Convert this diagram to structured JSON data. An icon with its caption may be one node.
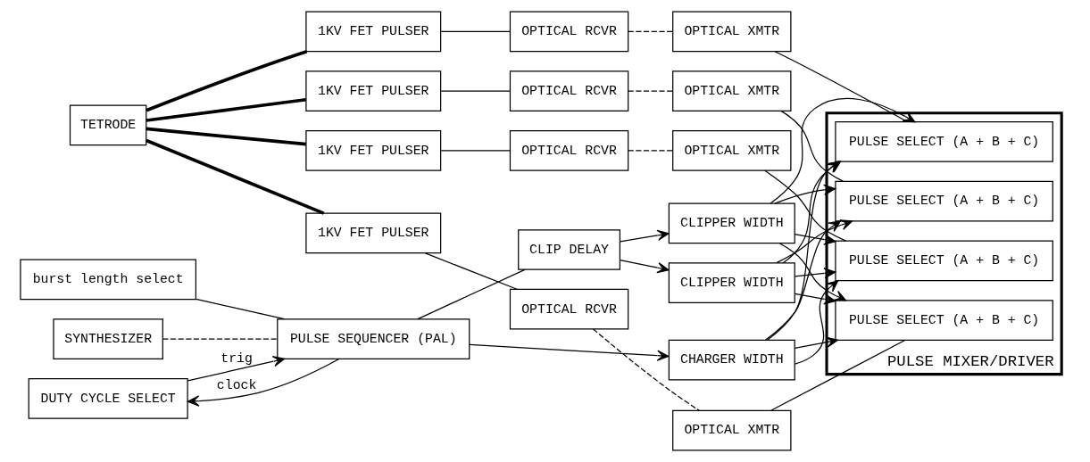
{
  "diagram": {
    "nodes": [
      {
        "text": [
          "burst length select"
        ]
      },
      {
        "text": [
          "SYNTHESIZER"
        ]
      },
      {
        "text": [
          "DUTY CYCLE SELECT"
        ]
      },
      {
        "text": [
          "PULSE SEQUENCER (PAL)"
        ]
      },
      {
        "text": [
          "CHARGER WIDTH"
        ]
      },
      {
        "text": [
          "CLIP DELAY"
        ]
      },
      {
        "text": [
          "CLIPPER WIDTH"
        ]
      },
      {
        "text": [
          "CLIPPER WIDTH"
        ]
      },
      {
        "text": [
          "PULSE MIXER/DRIVER"
        ]
      },
      {
        "text": [
          "PULSE SELECT (A + B + C)"
        ],
        "in": 8
      },
      {
        "text": [
          "PULSE SELECT (A + B + C)"
        ],
        "in": 8
      },
      {
        "text": [
          "PULSE SELECT (A + B + C)"
        ],
        "in": 8
      },
      {
        "text": [
          "PULSE SELECT (A + B + C)"
        ],
        "in": 8
      },
      {
        "text": [
          "TETRODE"
        ]
      },
      {
        "text": [
          "1KV FET PULSER"
        ]
      },
      {
        "text": [
          "1KV FET PULSER"
        ]
      },
      {
        "text": [
          "1KV FET PULSER"
        ]
      },
      {
        "text": [
          "1KV FET PULSER"
        ]
      },
      {
        "text": [
          "OPTICAL RCVR"
        ]
      },
      {
        "text": [
          "OPTICAL RCVR"
        ]
      },
      {
        "text": [
          "OPTICAL RCVR"
        ]
      },
      {
        "text": [
          "OPTICAL RCVR"
        ]
      },
      {
        "text": [
          "OPTICAL XMTR"
        ]
      },
      {
        "text": [
          "OPTICAL XMTR"
        ]
      },
      {
        "text": [
          "OPTICAL XMTR"
        ]
      },
      {
        "text": [
          "OPTICAL XMTR"
        ]
      }
    ],
    "edges": [
      {
        "from": 0,
        "to": 3,
        "arrow": "none"
      },
      {
        "from": 1,
        "to": 3,
        "arrow": "none",
        "style": "dashed"
      },
      {
        "from": 2,
        "to": 3,
        "arrow": "to",
        "label": "trig"
      },
      {
        "from": 3,
        "to": 2,
        "arrow": "to",
        "label": "clock"
      },
      {
        "from": 3,
        "to": 4,
        "arrow": "to"
      },
      {
        "from": 3,
        "to": 5,
        "arrow": "none"
      },
      {
        "from": 5,
        "to": 6,
        "arrow": "to"
      },
      {
        "from": 5,
        "to": 7,
        "arrow": "to"
      },
      {
        "from": 4,
        "to": 9,
        "arrow": "to"
      },
      {
        "from": 4,
        "to": 10,
        "arrow": "to"
      },
      {
        "from": 4,
        "to": 11,
        "arrow": "to"
      },
      {
        "from": 4,
        "to": 12,
        "arrow": "to"
      },
      {
        "from": 6,
        "to": 9,
        "arrow": "to"
      },
      {
        "from": 6,
        "to": 10,
        "arrow": "to"
      },
      {
        "from": 6,
        "to": 11,
        "arrow": "to"
      },
      {
        "from": 6,
        "to": 12,
        "arrow": "to"
      },
      {
        "from": 7,
        "to": 9,
        "arrow": "to"
      },
      {
        "from": 7,
        "to": 10,
        "arrow": "to"
      },
      {
        "from": 7,
        "to": 11,
        "arrow": "to"
      },
      {
        "from": 7,
        "to": 12,
        "arrow": "to"
      },
      {
        "from": 13,
        "to": 14,
        "arrow": "none",
        "style": "thick"
      },
      {
        "from": 13,
        "to": 15,
        "arrow": "none",
        "style": "thick"
      },
      {
        "from": 13,
        "to": 16,
        "arrow": "none",
        "style": "thick"
      },
      {
        "from": 13,
        "to": 17,
        "arrow": "none",
        "style": "thick"
      },
      {
        "from": 14,
        "to": 18,
        "arrow": "none"
      },
      {
        "from": 15,
        "to": 19,
        "arrow": "none"
      },
      {
        "from": 16,
        "to": 20,
        "arrow": "none"
      },
      {
        "from": 17,
        "to": 21,
        "arrow": "none"
      },
      {
        "from": 18,
        "to": 22,
        "arrow": "none",
        "style": "dashed"
      },
      {
        "from": 19,
        "to": 23,
        "arrow": "none",
        "style": "dashed"
      },
      {
        "from": 20,
        "to": 24,
        "arrow": "none",
        "style": "dashed"
      },
      {
        "from": 21,
        "to": 25,
        "arrow": "none",
        "style": "dashed"
      },
      {
        "from": 22,
        "to": 9,
        "arrow": "none"
      },
      {
        "from": 23,
        "to": 10,
        "arrow": "none"
      },
      {
        "from": 24,
        "to": 11,
        "arrow": "none"
      },
      {
        "from": 25,
        "to": 12,
        "arrow": "none"
      }
    ]
  }
}
